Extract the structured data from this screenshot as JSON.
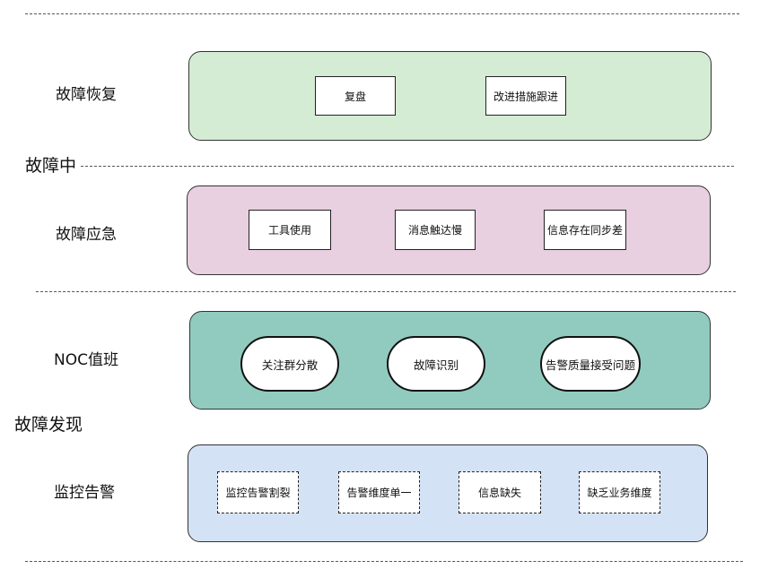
{
  "stages": {
    "during": "故障中",
    "discover": "故障发现"
  },
  "lanes": {
    "recovery": {
      "label": "故障恢复",
      "color": "#d5ecd4",
      "items": [
        "复盘",
        "改进措施跟进"
      ]
    },
    "emergency": {
      "label": "故障应急",
      "color": "#e8d0e0",
      "items": [
        "工具使用",
        "消息触达慢",
        "信息存在同步差"
      ]
    },
    "noc": {
      "label": "NOC值班",
      "color": "#91cbbf",
      "items": [
        "关注群分散",
        "故障识别",
        "告警质量接受问题"
      ]
    },
    "monitor": {
      "label": "监控告警",
      "color": "#d4e2f6",
      "items": [
        "监控告警割裂",
        "告警维度单一",
        "信息缺失",
        "缺乏业务维度"
      ]
    }
  }
}
